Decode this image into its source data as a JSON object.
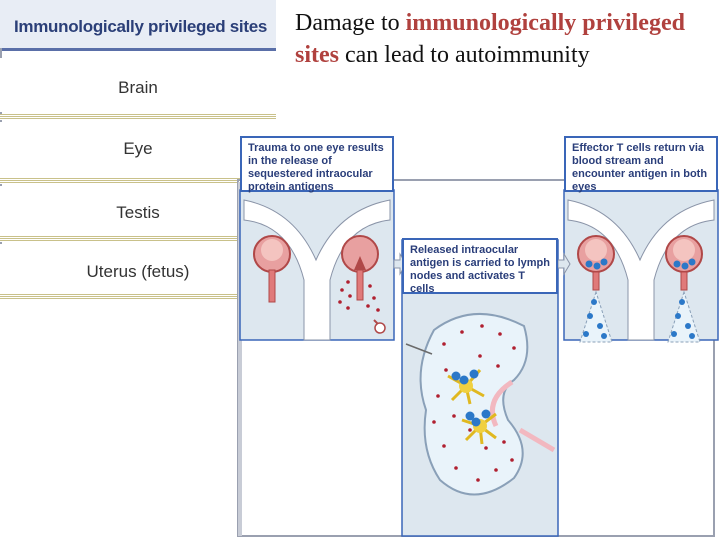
{
  "table": {
    "header": "Immunologically privileged sites",
    "rows": [
      "Brain",
      "Eye",
      "Testis",
      "Uterus (fetus)"
    ]
  },
  "heading": {
    "part1": "Damage to ",
    "part2": "immunologically privileged sites",
    "part3": " can lead to autoimmunity"
  },
  "figure": {
    "caption_left": "Trauma to one eye results in the release of sequestered intraocular protein antigens",
    "caption_middle": "Released intraocular antigen is carried to lymph nodes and activates T cells",
    "caption_right": "Effector T cells return via blood stream and encounter antigen in both eyes"
  },
  "colors": {
    "accent": "#b0413e",
    "caption_border": "#3a66b8",
    "caption_text": "#2a3e7a",
    "header_text": "#2b3f78",
    "panel_bg": "#dde7ef",
    "eye_fill": "#e8a0a0",
    "antigen_red": "#b02030",
    "t_cell_blue": "#2b78c8"
  }
}
